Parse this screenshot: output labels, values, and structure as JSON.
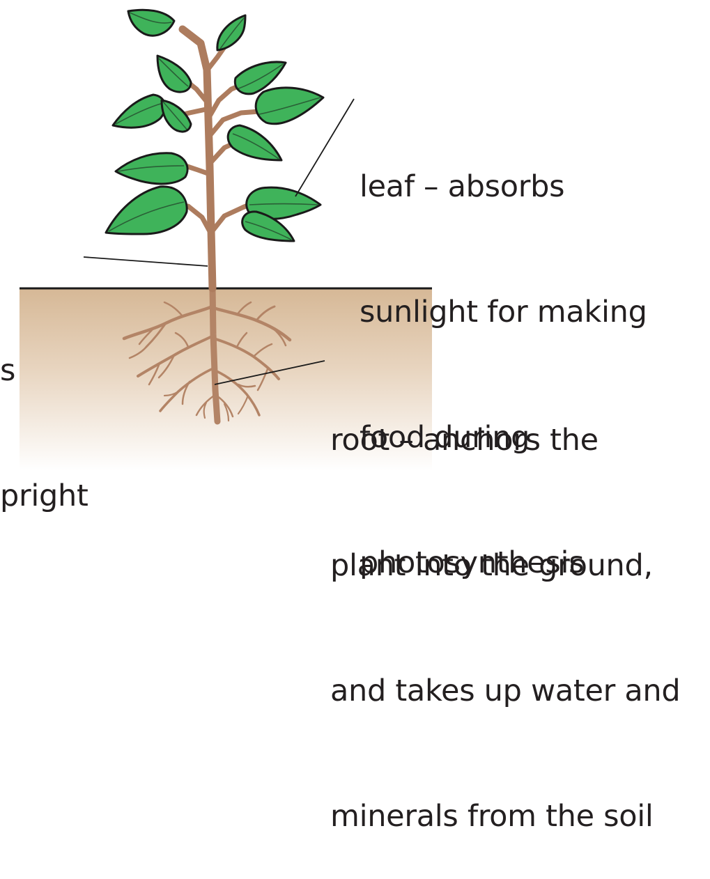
{
  "labels": {
    "stem": [
      "s",
      "pright"
    ],
    "leaf": [
      "leaf – absorbs",
      "sunlight for making",
      "food during",
      "photosynthesis"
    ],
    "root": [
      "root – anchors the",
      "plant into the ground,",
      "and takes up water and",
      "minerals from the soil"
    ]
  },
  "colors": {
    "leaf_fill": "#3fb35a",
    "leaf_outline": "#1a1a1a",
    "stem": "#ad7c5e",
    "soil_top": "#d6b896",
    "soil_bottom": "#ffffff",
    "ground_line": "#1a1a1a",
    "text": "#231f20"
  }
}
